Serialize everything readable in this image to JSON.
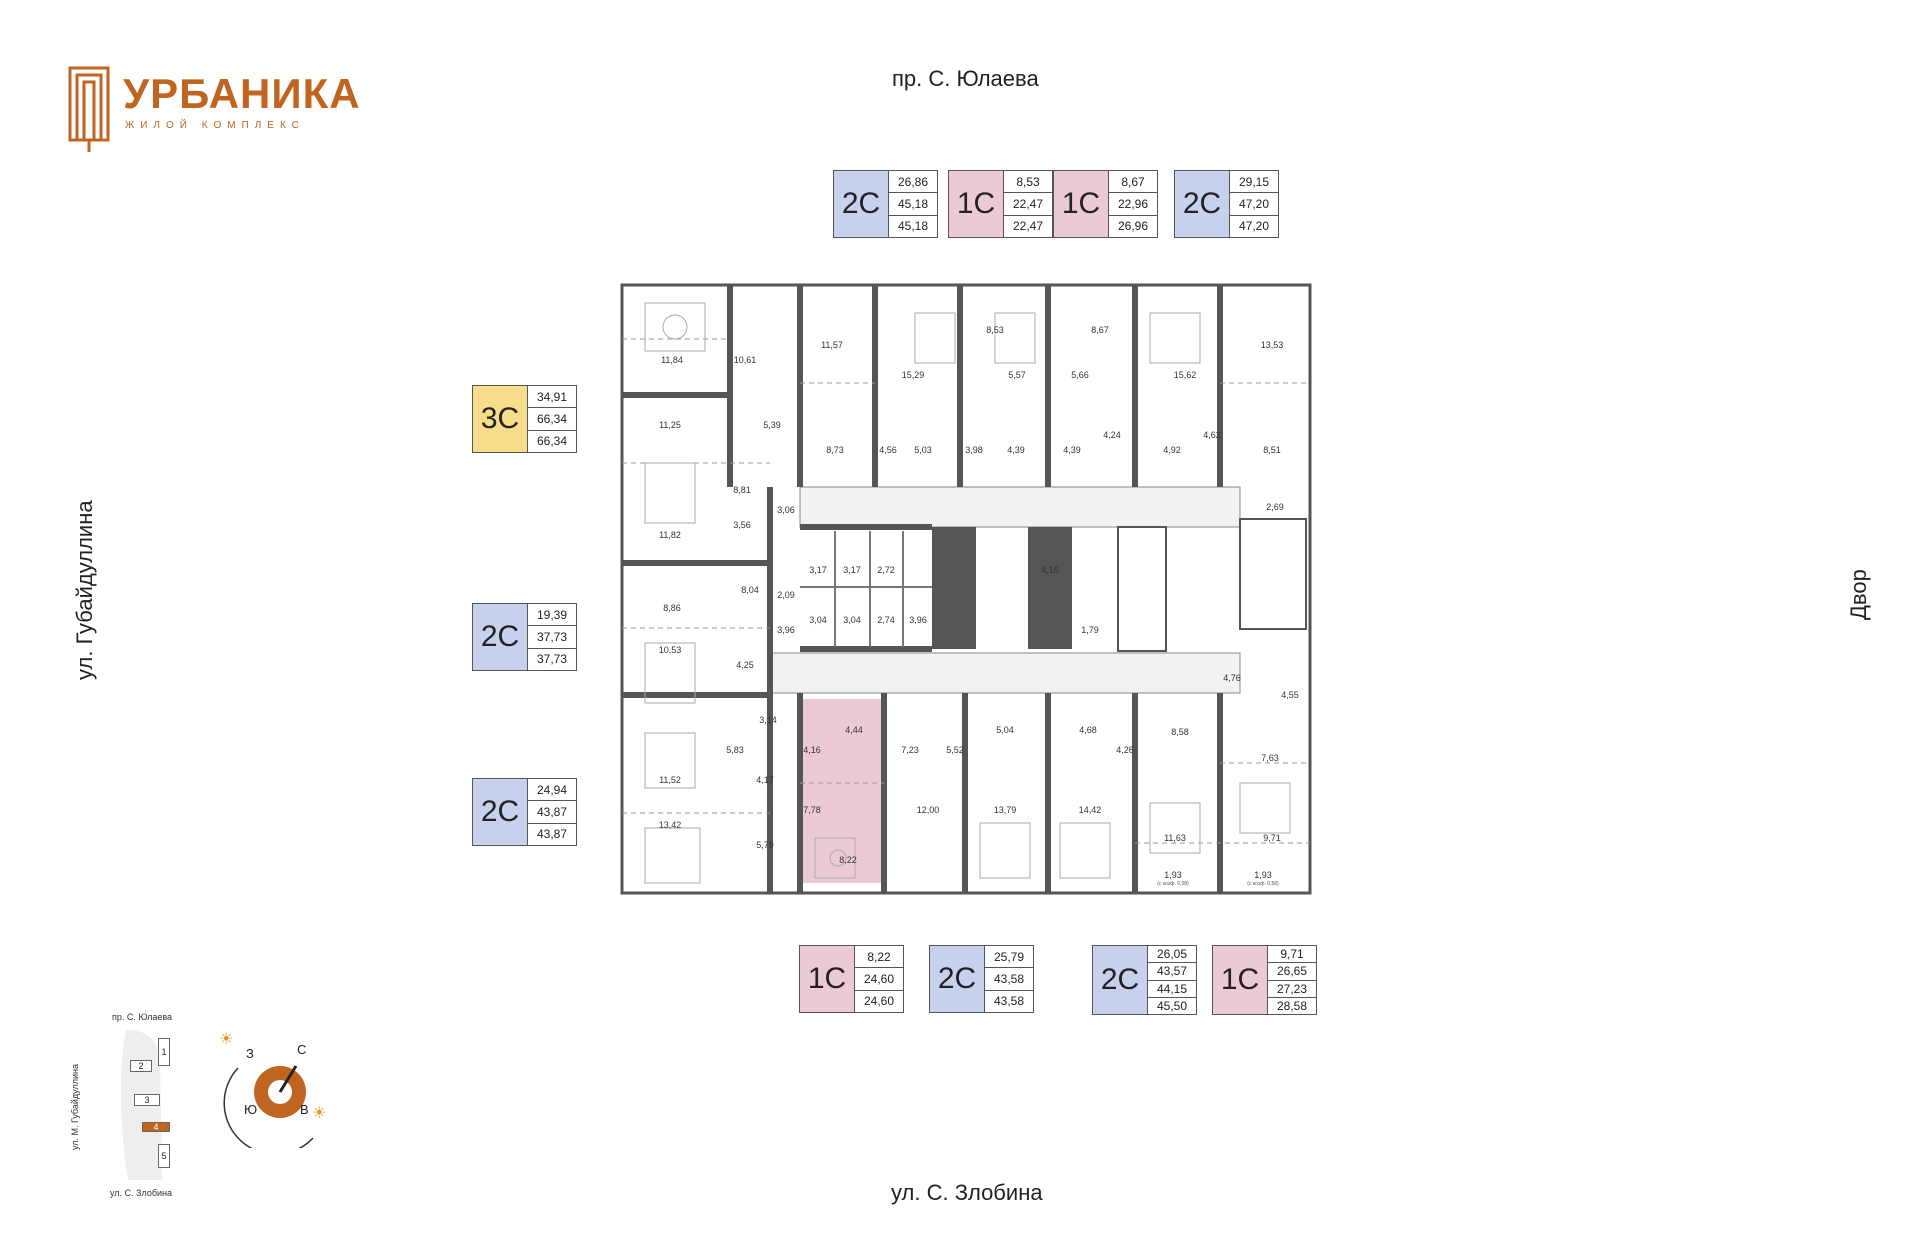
{
  "brand": {
    "name": "УРБАНИКА",
    "subtitle": "ЖИЛОЙ КОМПЛЕКС",
    "color": "#c0651f"
  },
  "streets": {
    "top": "пр. С. Юлаева",
    "bottom": "ул. С. Злобина",
    "left": "ул. Губайдуллина",
    "right": "Двор"
  },
  "colors": {
    "type_2c": "#c7d1ee",
    "type_1c": "#ecc9d6",
    "type_3c": "#f7dd8a",
    "highlight": "#ecc9d6",
    "walls": "#555555"
  },
  "apartments_top": [
    {
      "type": "2С",
      "values": [
        "26,86",
        "45,18",
        "45,18"
      ],
      "color": "blue"
    },
    {
      "type": "1С",
      "values": [
        "8,53",
        "22,47",
        "22,47"
      ],
      "color": "pink"
    },
    {
      "type": "1С",
      "values": [
        "8,67",
        "22,96",
        "26,96"
      ],
      "color": "pink"
    },
    {
      "type": "2С",
      "values": [
        "29,15",
        "47,20",
        "47,20"
      ],
      "color": "blue"
    }
  ],
  "apartments_left": [
    {
      "type": "3С",
      "values": [
        "34,91",
        "66,34",
        "66,34"
      ],
      "color": "yellow"
    },
    {
      "type": "2С",
      "values": [
        "19,39",
        "37,73",
        "37,73"
      ],
      "color": "blue"
    },
    {
      "type": "2С",
      "values": [
        "24,94",
        "43,87",
        "43,87"
      ],
      "color": "blue"
    }
  ],
  "apartments_bottom": [
    {
      "type": "1С",
      "values": [
        "8,22",
        "24,60",
        "24,60"
      ],
      "color": "pink"
    },
    {
      "type": "2С",
      "values": [
        "25,79",
        "43,58",
        "43,58"
      ],
      "color": "blue"
    },
    {
      "type": "2С",
      "values": [
        "26,05",
        "43,57",
        "44,15",
        "45,50"
      ],
      "color": "blue"
    },
    {
      "type": "1С",
      "values": [
        "9,71",
        "26,65",
        "27,23",
        "28,58"
      ],
      "color": "pink"
    }
  ],
  "rooms": [
    "11,84",
    "10,61",
    "11,57",
    "15,29",
    "8,53",
    "5,57",
    "8,67",
    "5,66",
    "15,62",
    "13,53",
    "11,25",
    "5,39",
    "8,73",
    "4,56",
    "5,03",
    "3,98",
    "4,39",
    "4,39",
    "4,24",
    "4,92",
    "4,62",
    "8,51",
    "8,81",
    "11,82",
    "3,56",
    "3,06",
    "2,69",
    "3,17",
    "3,17",
    "2,72",
    "4,16",
    "8,86",
    "8,04",
    "2,09",
    "3,04",
    "3,04",
    "2,74",
    "3,96",
    "3,96",
    "1,79",
    "10,53",
    "4,25",
    "4,76",
    "4,55",
    "3,14",
    "5,83",
    "4,16",
    "4,44",
    "7,23",
    "5,52",
    "5,04",
    "4,68",
    "4,26",
    "8,58",
    "7,63",
    "4,17",
    "11,52",
    "7,78",
    "12,00",
    "13,79",
    "14,42",
    "11,63",
    "9,71",
    "13,42",
    "5,79",
    "8,22",
    "1,93",
    "1,93"
  ],
  "balcony_note": "(с коэф. 0,58)",
  "minimap": {
    "street_top": "пр. С. Юлаева",
    "street_bottom": "ул. С. Злобина",
    "street_left": "ул. М. Губайдуллина",
    "buildings": [
      "1",
      "2",
      "3",
      "4",
      "5"
    ],
    "active_building": "4",
    "compass": {
      "n": "С",
      "s": "Ю",
      "w": "З",
      "e": "В"
    }
  }
}
